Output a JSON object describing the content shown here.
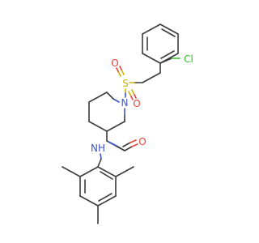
{
  "molecule": {
    "atoms": {
      "cl": {
        "label": "Cl",
        "color": "#34c02c"
      },
      "s": {
        "label": "S",
        "color": "#c8b400"
      },
      "o_upper": {
        "label": "O",
        "color": "#e8413a"
      },
      "o_lower": {
        "label": "O",
        "color": "#e8413a"
      },
      "n_ring": {
        "label": "N",
        "color": "#3a56d0"
      },
      "o_amide": {
        "label": "O",
        "color": "#e8413a"
      },
      "nh_amide": {
        "label": "NH",
        "color": "#3a56d0"
      }
    }
  }
}
